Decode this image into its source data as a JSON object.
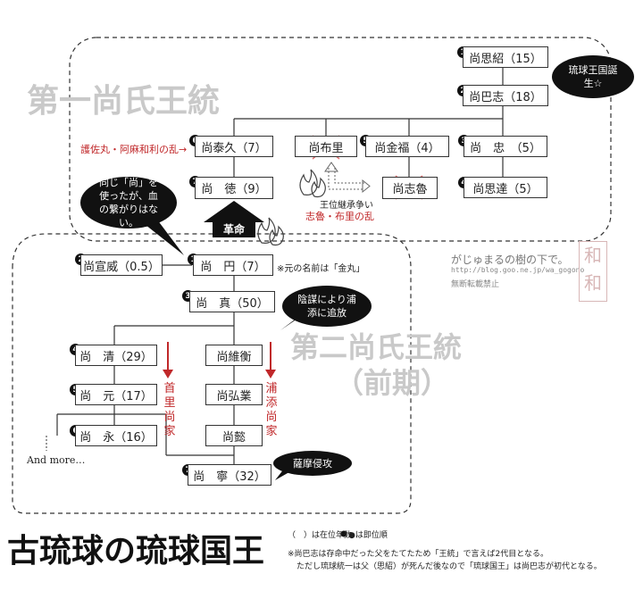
{
  "eras": {
    "first": "第一尚氏王統",
    "second": "第二尚氏王統",
    "second_sub": "（前期）"
  },
  "first_dynasty": {
    "kings": [
      {
        "n": "1",
        "name": "尚思紹（15）"
      },
      {
        "n": "2",
        "name": "尚巴志（18）"
      },
      {
        "n": "3",
        "name": "尚　忠　（5）"
      },
      {
        "n": "4",
        "name": "尚思達（5）"
      },
      {
        "n": "5",
        "name": "尚金福（4）"
      },
      {
        "n": "6",
        "name": "尚泰久（7）"
      },
      {
        "n": "7",
        "name": "尚　徳（9）"
      }
    ],
    "others": {
      "nuri": "尚布里",
      "shiro": "尚志魯"
    },
    "bubble_kingdom": "琉球王国誕生☆",
    "rebellion_label": "護佐丸・阿麻和利の乱→",
    "succession_label": "王位継承争い",
    "succession_war": "志魯・布里の乱"
  },
  "revolution": {
    "label": "革命",
    "bubble": "同じ「尚」を使ったが、血の繋がりはない。"
  },
  "second_dynasty": {
    "kings": [
      {
        "n": "1",
        "name": "尚　円（7）"
      },
      {
        "n": "2",
        "name": "尚宣威（0.5）"
      },
      {
        "n": "3",
        "name": "尚　真（50）"
      },
      {
        "n": "4",
        "name": "尚　清（29）"
      },
      {
        "n": "5",
        "name": "尚　元（17）"
      },
      {
        "n": "6",
        "name": "尚　永（16）"
      },
      {
        "n": "7",
        "name": "尚　寧（32）"
      }
    ],
    "urasoe_line": [
      "尚維衡",
      "尚弘業",
      "尚懿"
    ],
    "kanemaru_note": "※元の名前は「金丸」",
    "exile_bubble": "陰謀により浦添に追放",
    "satsuma_bubble": "薩摩侵攻",
    "shuri_branch": "首里尚家",
    "urasoe_branch": "浦添尚家",
    "and_more": "And more…"
  },
  "watermark": {
    "line1": "がじゅまるの樹の下で。",
    "line2": "http://blog.goo.ne.jp/wa_gogono",
    "line3": "無断転載禁止",
    "seal": "和和"
  },
  "footer": {
    "title": "古琉球の琉球国王",
    "legend_years": "（　）は在位年数",
    "legend_order": "●は即位順",
    "note1": "※尚巴志は存命中だった父をたてたため「王統」で言えば2代目となる。",
    "note2": "ただし琉球統一は父（思紹）が死んだ後なので「琉球国王」は尚巴志が初代となる。"
  }
}
